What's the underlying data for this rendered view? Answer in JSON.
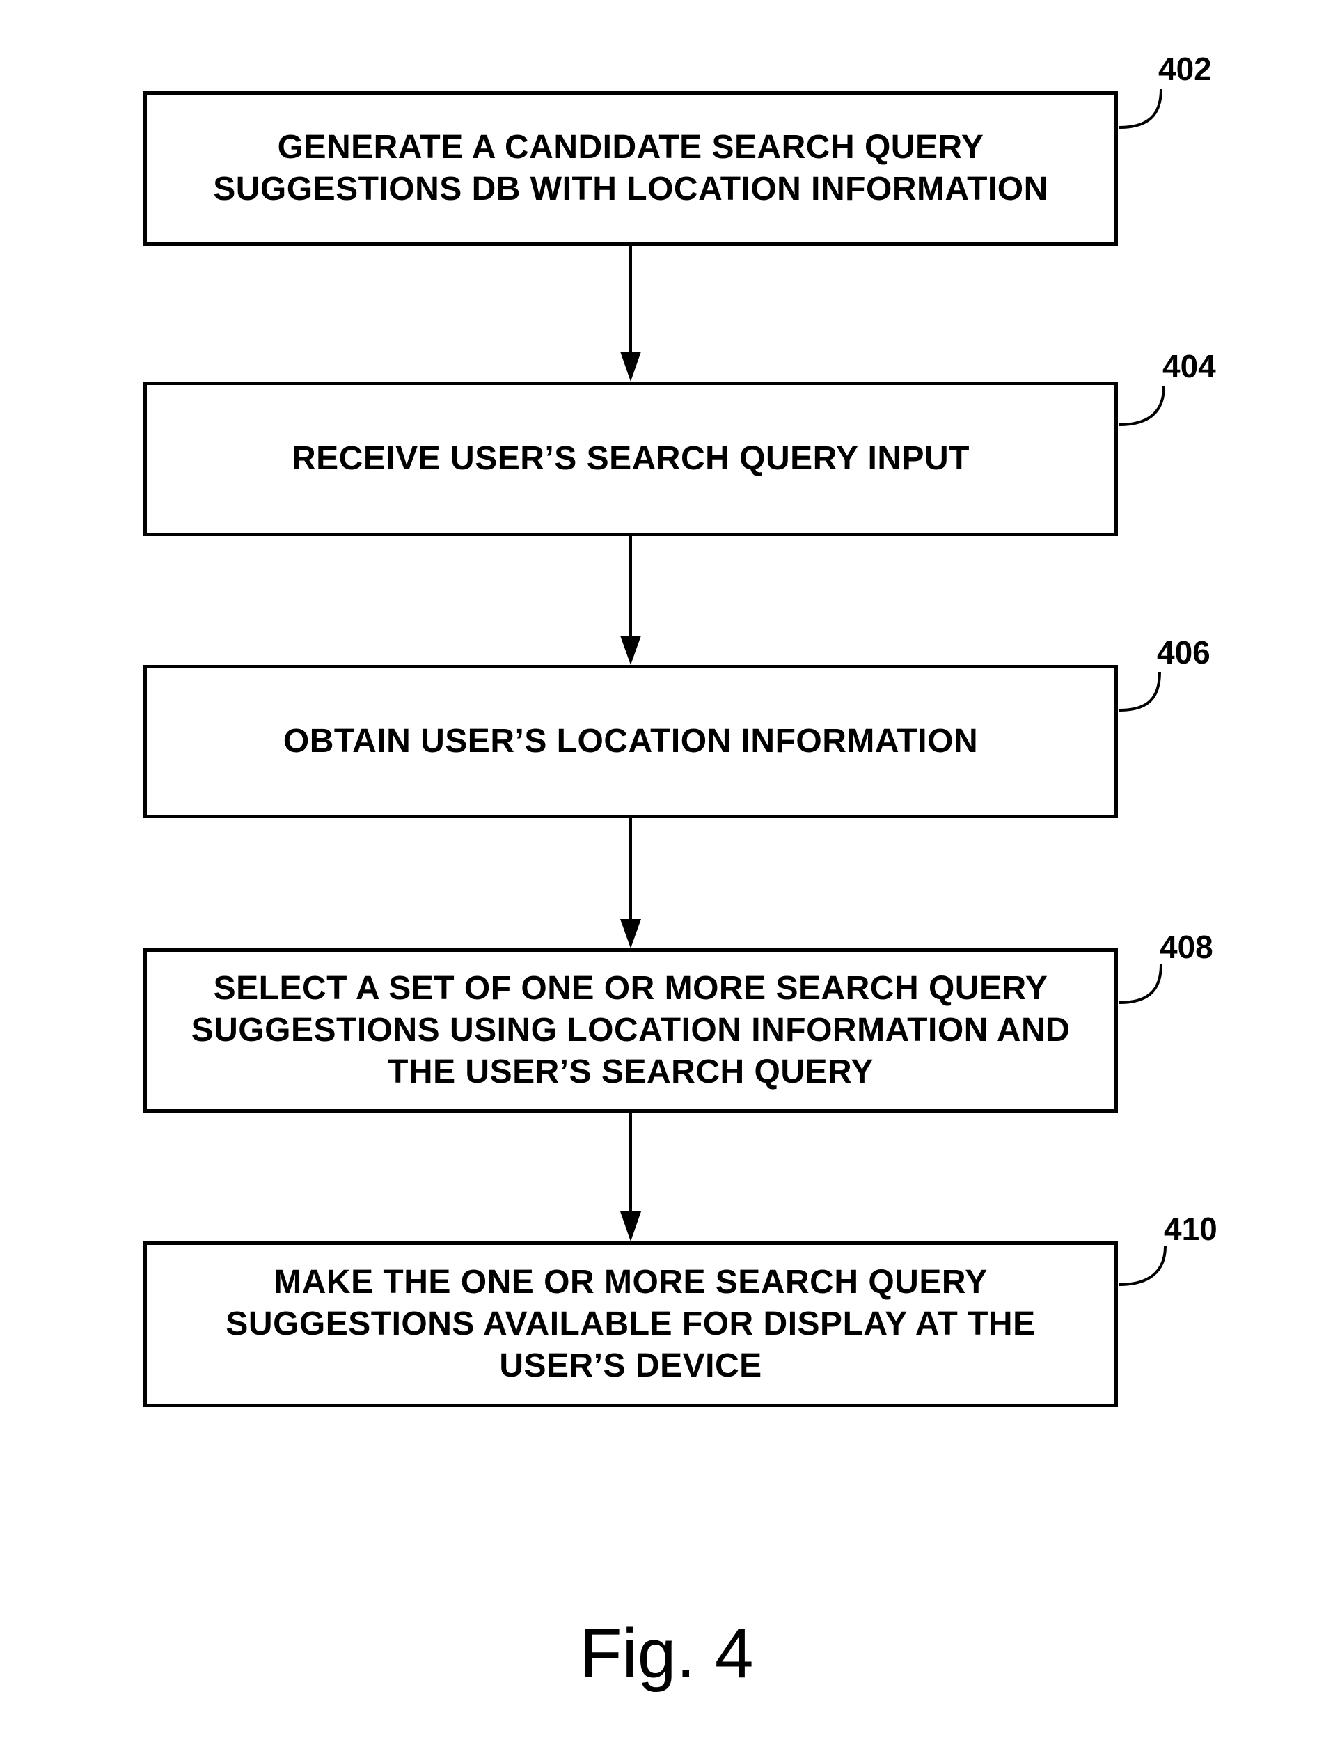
{
  "steps": [
    {
      "ref": "402",
      "text": "GENERATE A CANDIDATE SEARCH QUERY\nSUGGESTIONS DB WITH LOCATION INFORMATION"
    },
    {
      "ref": "404",
      "text": "RECEIVE USER’S SEARCH QUERY INPUT"
    },
    {
      "ref": "406",
      "text": "OBTAIN USER’S LOCATION INFORMATION"
    },
    {
      "ref": "408",
      "text": "SELECT A SET OF ONE OR MORE SEARCH QUERY\nSUGGESTIONS USING LOCATION INFORMATION AND\nTHE USER’S SEARCH QUERY"
    },
    {
      "ref": "410",
      "text": "MAKE THE ONE OR MORE SEARCH QUERY\nSUGGESTIONS AVAILABLE FOR DISPLAY AT THE\nUSER’S DEVICE"
    }
  ],
  "figure_label": "Fig. 4"
}
